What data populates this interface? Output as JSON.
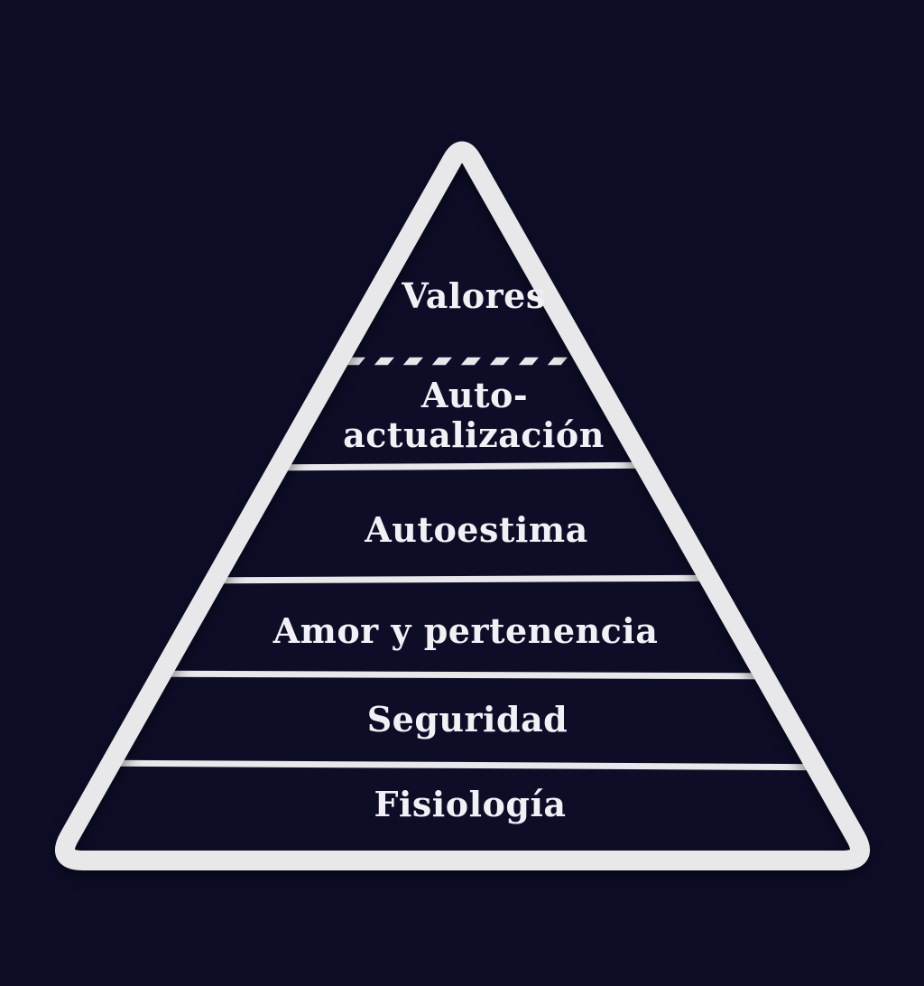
{
  "colors": {
    "background": "#0d0d28",
    "outline": "#e8e8eb",
    "text": "#f1f1f5"
  },
  "pyramid": {
    "description": "Hierarchy pyramid with six levels, top level separated by a dashed line",
    "levels": [
      {
        "label": "Valores"
      },
      {
        "label": "Auto-actualización",
        "line1": "Auto-",
        "line2": "actualización"
      },
      {
        "label": "Autoestima"
      },
      {
        "label": "Amor y pertenencia"
      },
      {
        "label": "Seguridad"
      },
      {
        "label": "Fisiología"
      }
    ]
  }
}
